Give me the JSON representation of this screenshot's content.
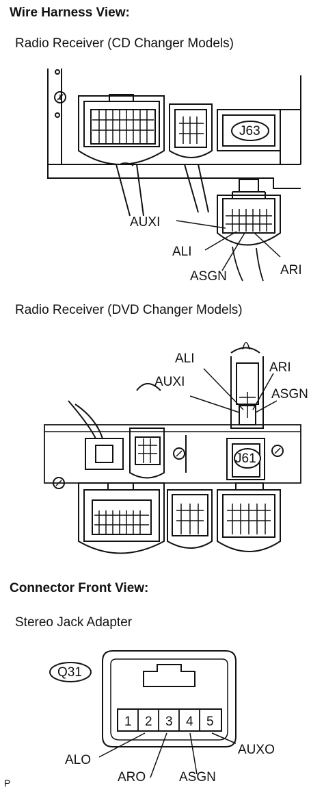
{
  "headings": {
    "wire_harness": "Wire Harness View:",
    "connector_front": "Connector Front View:"
  },
  "subtitles": {
    "cd": "Radio Receiver (CD Changer Models)",
    "dvd": "Radio Receiver (DVD Changer Models)",
    "jack": "Stereo Jack Adapter"
  },
  "connector_ids": {
    "cd": "J63",
    "dvd": "J61",
    "jack": "Q31"
  },
  "pin_labels": {
    "cd": {
      "auxi": "AUXI",
      "ali": "ALI",
      "asgn": "ASGN",
      "ari": "ARI"
    },
    "dvd": {
      "ali": "ALI",
      "ari": "ARI",
      "auxi": "AUXI",
      "asgn": "ASGN"
    },
    "jack": {
      "alo": "ALO",
      "aro": "ARO",
      "asgn": "ASGN",
      "auxo": "AUXO"
    }
  },
  "jack_pins": [
    "1",
    "2",
    "3",
    "4",
    "5"
  ],
  "footer_mark": "P"
}
